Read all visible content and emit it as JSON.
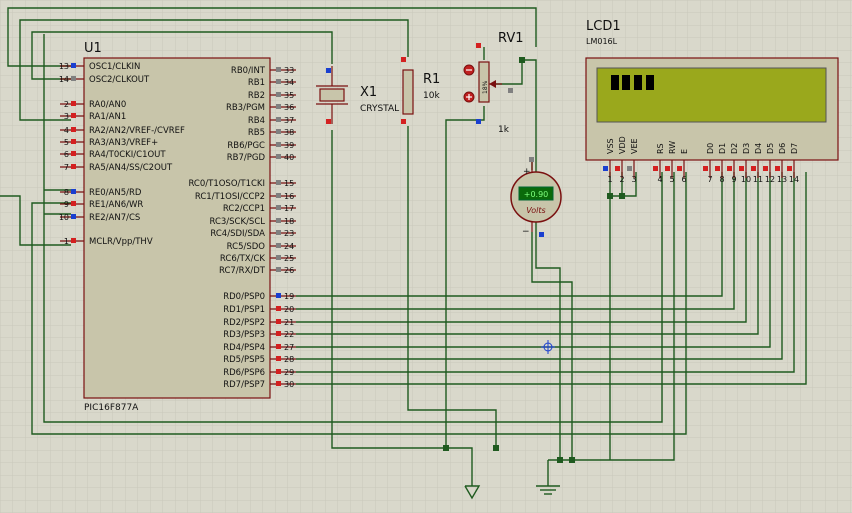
{
  "colors": {
    "background": "#d9d8cb",
    "grid": "#c9c8bb",
    "wire": "#1f5a1f",
    "chip_fill": "#c8c5aa",
    "outline": "#7a1010",
    "lcd_screen": "#9aa81c",
    "lcd_block": "#000000",
    "pin_red": "#d42020",
    "pin_blue": "#1a3fd0",
    "pin_gray": "#808080",
    "voltmeter_display": "#0a6a0a",
    "voltmeter_text": "#7fff7f"
  },
  "u1": {
    "ref": "U1",
    "part": "PIC16F877A",
    "left_pins": [
      {
        "num": "13",
        "name": "OSC1/CLKIN"
      },
      {
        "num": "14",
        "name": "OSC2/CLKOUT"
      },
      {
        "num": "2",
        "name": "RA0/AN0"
      },
      {
        "num": "3",
        "name": "RA1/AN1"
      },
      {
        "num": "4",
        "name": "RA2/AN2/VREF-/CVREF"
      },
      {
        "num": "5",
        "name": "RA3/AN3/VREF+"
      },
      {
        "num": "6",
        "name": "RA4/T0CKI/C1OUT"
      },
      {
        "num": "7",
        "name": "RA5/AN4/SS/C2OUT"
      },
      {
        "num": "8",
        "name": "RE0/AN5/RD"
      },
      {
        "num": "9",
        "name": "RE1/AN6/WR"
      },
      {
        "num": "10",
        "name": "RE2/AN7/CS"
      },
      {
        "num": "1",
        "name": "MCLR/Vpp/THV"
      }
    ],
    "right_pins": [
      {
        "num": "33",
        "name": "RB0/INT"
      },
      {
        "num": "34",
        "name": "RB1"
      },
      {
        "num": "35",
        "name": "RB2"
      },
      {
        "num": "36",
        "name": "RB3/PGM"
      },
      {
        "num": "37",
        "name": "RB4"
      },
      {
        "num": "38",
        "name": "RB5"
      },
      {
        "num": "39",
        "name": "RB6/PGC"
      },
      {
        "num": "40",
        "name": "RB7/PGD"
      },
      {
        "num": "15",
        "name": "RC0/T1OSO/T1CKI"
      },
      {
        "num": "16",
        "name": "RC1/T1OSI/CCP2"
      },
      {
        "num": "17",
        "name": "RC2/CCP1"
      },
      {
        "num": "18",
        "name": "RC3/SCK/SCL"
      },
      {
        "num": "23",
        "name": "RC4/SDI/SDA"
      },
      {
        "num": "24",
        "name": "RC5/SDO"
      },
      {
        "num": "25",
        "name": "RC6/TX/CK"
      },
      {
        "num": "26",
        "name": "RC7/RX/DT"
      },
      {
        "num": "19",
        "name": "RD0/PSP0"
      },
      {
        "num": "20",
        "name": "RD1/PSP1"
      },
      {
        "num": "21",
        "name": "RD2/PSP2"
      },
      {
        "num": "22",
        "name": "RD3/PSP3"
      },
      {
        "num": "27",
        "name": "RD4/PSP4"
      },
      {
        "num": "28",
        "name": "RD5/PSP5"
      },
      {
        "num": "29",
        "name": "RD6/PSP6"
      },
      {
        "num": "30",
        "name": "RD7/PSP7"
      }
    ]
  },
  "x1": {
    "ref": "X1",
    "value": "CRYSTAL"
  },
  "r1": {
    "ref": "R1",
    "value": "10k"
  },
  "rv1": {
    "ref": "RV1",
    "value": "1k",
    "wiper": "18%"
  },
  "voltmeter": {
    "reading": "+0.90",
    "unit": "Volts",
    "plus": "+",
    "minus": "−"
  },
  "lcd": {
    "ref": "LCD1",
    "model": "LM016L",
    "pins": [
      {
        "name": "VSS",
        "num": "1"
      },
      {
        "name": "VDD",
        "num": "2"
      },
      {
        "name": "VEE",
        "num": "3"
      },
      {
        "name": "RS",
        "num": "4"
      },
      {
        "name": "RW",
        "num": "5"
      },
      {
        "name": "E",
        "num": "6"
      },
      {
        "name": "D0",
        "num": "7"
      },
      {
        "name": "D1",
        "num": "8"
      },
      {
        "name": "D2",
        "num": "9"
      },
      {
        "name": "D3",
        "num": "10"
      },
      {
        "name": "D4",
        "num": "11"
      },
      {
        "name": "D5",
        "num": "12"
      },
      {
        "name": "D6",
        "num": "13"
      },
      {
        "name": "D7",
        "num": "14"
      }
    ]
  }
}
